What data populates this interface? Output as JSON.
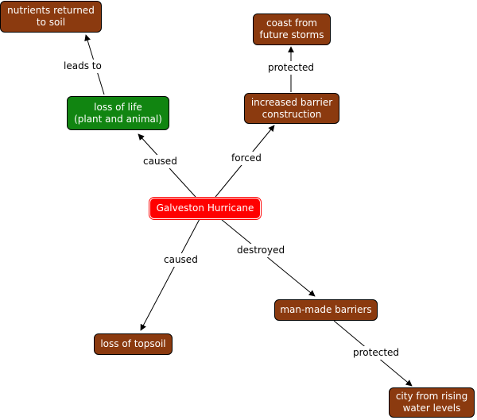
{
  "concept_map": {
    "center": "Galveston Hurricane",
    "nodes": {
      "nutrients": "nutrients returned\nto soil",
      "loss_of_life": "loss of life\n(plant and animal)",
      "coast": "coast from\nfuture storms",
      "barrier_construction": "increased barrier\nconstruction",
      "topsoil": "loss of topsoil",
      "man_made_barriers": "man-made barriers",
      "city": "city from rising\nwater levels"
    },
    "links": {
      "leads_to": "leads to",
      "caused_life": "caused",
      "forced": "forced",
      "protected_coast": "protected",
      "caused_topsoil": "caused",
      "destroyed": "destroyed",
      "protected_city": "protected"
    }
  },
  "colors": {
    "brown_node": "#8b3a0f",
    "green_node": "#118511",
    "center_node": "#ff0000"
  }
}
